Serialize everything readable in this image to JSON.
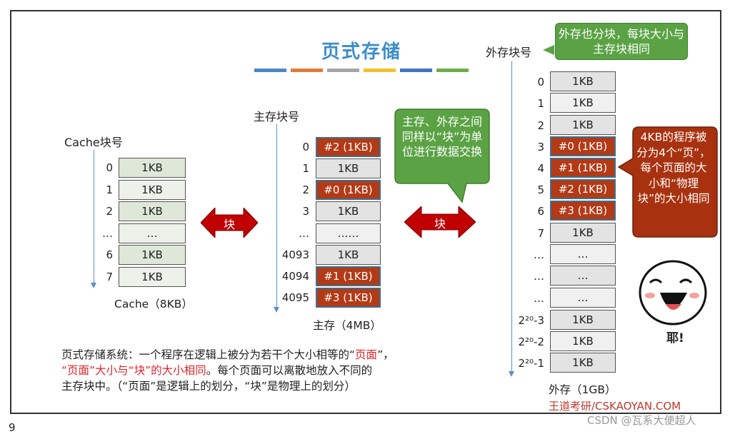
{
  "title": "页式存储",
  "title_bar_colors": [
    "#4f86c6",
    "#e07b39",
    "#a5a5a5",
    "#f2c12e",
    "#4472c4",
    "#70ad47"
  ],
  "cache": {
    "header": "Cache块号",
    "indices": [
      "0",
      "1",
      "2",
      "…",
      "6",
      "7"
    ],
    "cells": [
      "1KB",
      "1KB",
      "1KB",
      "…",
      "1KB",
      "1KB"
    ],
    "caption": "Cache（8KB）"
  },
  "arrow_block_label_1": "块",
  "arrow_block_label_2": "块",
  "main_memory": {
    "header": "主存块号",
    "indices": [
      "0",
      "1",
      "2",
      "3",
      "…",
      "4093",
      "4094",
      "4095"
    ],
    "cells": [
      "#2 (1KB)",
      "1KB",
      "#0 (1KB)",
      "1KB",
      "……",
      "1KB",
      "#1 (1KB)",
      "#3 (1KB)"
    ],
    "caption": "主存（4MB）"
  },
  "callout_exchange": "主存、外存之间同样以“块”为单位进行数据交换",
  "external": {
    "header": "外存块号",
    "indices": [
      "0",
      "1",
      "2",
      "3",
      "4",
      "5",
      "6",
      "7",
      "…",
      "…",
      "…",
      "2²⁰-3",
      "2²⁰-2",
      "2²⁰-1"
    ],
    "cells": [
      "1KB",
      "1KB",
      "1KB",
      "#0 (1KB)",
      "#1 (1KB)",
      "#2 (1KB)",
      "#3 (1KB)",
      "1KB",
      "…",
      "…",
      "…",
      "1KB",
      "1KB",
      "1KB"
    ],
    "caption": "外存（1GB）"
  },
  "callout_external": "外存也分块，每块大小与主存块相同",
  "callout_program": "4KB的程序被分为4个“页”，每个页面的大小和“物理块”的大小相同",
  "face_text": "耶!",
  "paragraph": {
    "line1_a": "页式存储系统：一个程序在逻辑上被分为若干个大小相等的“",
    "line1_red": "页面",
    "line1_b": "”，",
    "line2_red": "“页面”大小与“块”的大小相同",
    "line2_b": "。每个页面可以离散地放入不同的",
    "line3": "主存块中。（“页面”是逻辑上的划分，“块”是物理上的划分）"
  },
  "footer_brand": "王道考研/CSKAOYAN.COM",
  "footer_csdn": "CSDN @瓦系大便超人",
  "page_number": "9",
  "colors": {
    "block_red": "#b33a16",
    "callout_green": "#5aa244",
    "callout_red": "#a8320f",
    "arrow_red": "#c00000",
    "title_blue": "#3c8dc9"
  }
}
